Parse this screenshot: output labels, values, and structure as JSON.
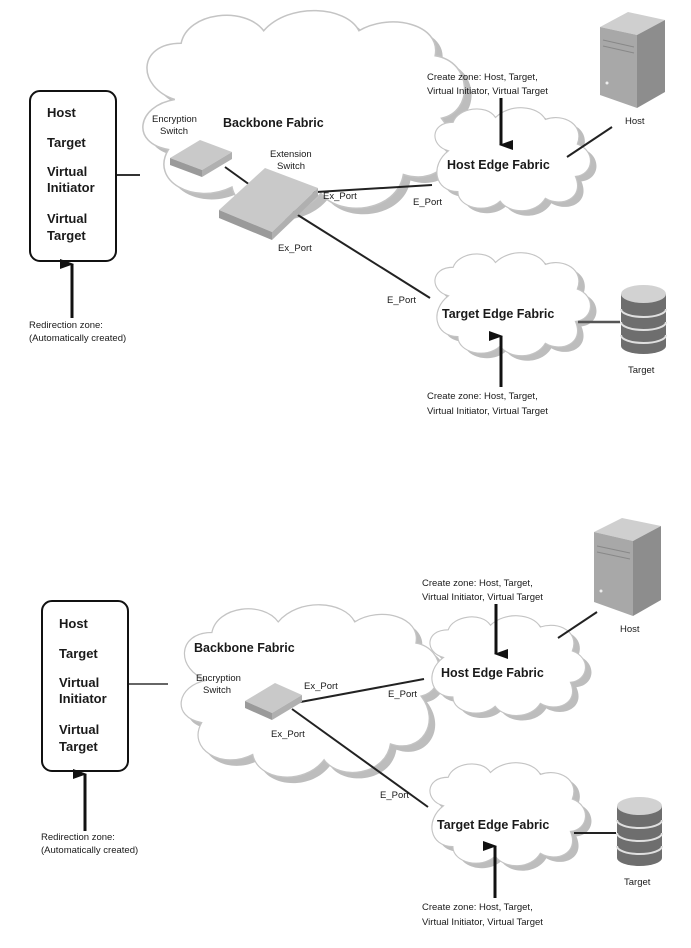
{
  "diagrams": [
    {
      "zone_box": {
        "items": [
          "Host",
          "Target",
          "Virtual",
          "Initiator",
          "Virtual",
          "Target"
        ]
      },
      "redirection_note": [
        "Redirection zone:",
        "(Automatically created)"
      ],
      "backbone": {
        "title": "Backbone Fabric",
        "encryption_switch": [
          "Encryption",
          "Switch"
        ],
        "extension_switch": [
          "Extension",
          "Switch"
        ],
        "port_upper": "Ex_Port",
        "port_lower": "Ex_Port"
      },
      "host_edge": {
        "title": "Host Edge Fabric",
        "port": "E_Port",
        "note": [
          "Create zone: Host, Target,",
          "Virtual Initiator, Virtual Target"
        ],
        "device_label": "Host"
      },
      "target_edge": {
        "title": "Target Edge Fabric",
        "port": "E_Port",
        "note": [
          "Create zone: Host, Target,",
          "Virtual Initiator, Virtual Target"
        ],
        "device_label": "Target"
      }
    },
    {
      "zone_box": {
        "items": [
          "Host",
          "Target",
          "Virtual",
          "Initiator",
          "Virtual",
          "Target"
        ]
      },
      "redirection_note": [
        "Redirection zone:",
        "(Automatically created)"
      ],
      "backbone": {
        "title": "Backbone Fabric",
        "encryption_switch": [
          "Encryption",
          "Switch"
        ],
        "port_upper": "Ex_Port",
        "port_lower": "Ex_Port"
      },
      "host_edge": {
        "title": "Host Edge Fabric",
        "port": "E_Port",
        "note": [
          "Create zone: Host, Target,",
          "Virtual Initiator, Virtual Target"
        ],
        "device_label": "Host"
      },
      "target_edge": {
        "title": "Target Edge Fabric",
        "port": "E_Port",
        "note": [
          "Create zone: Host, Target,",
          "Virtual Initiator, Virtual Target"
        ],
        "device_label": "Target"
      }
    }
  ],
  "colors": {
    "cloud_shadow": "#bdbdbd",
    "cloud_fill": "#ffffff",
    "switch_top": "#c8c8c8",
    "switch_side": "#9a9a9a",
    "server_front": "#a8a8a8",
    "disk": "#6e6e6e"
  }
}
